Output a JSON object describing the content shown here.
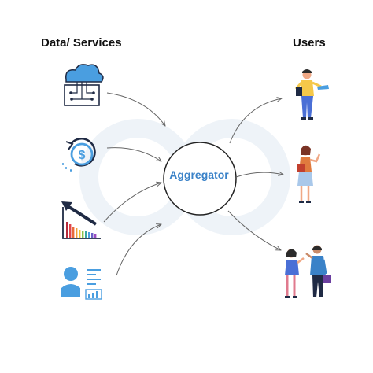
{
  "headings": {
    "left": "Data/ Services",
    "right": "Users"
  },
  "center": {
    "label": "Aggregator"
  },
  "inputs": [
    {
      "icon": "cloud-circuit-icon"
    },
    {
      "icon": "dollar-cycle-icon"
    },
    {
      "icon": "growth-chart-icon"
    },
    {
      "icon": "user-profile-card-icon"
    }
  ],
  "outputs": [
    {
      "icon": "man-with-laptop-icon"
    },
    {
      "icon": "woman-pointing-icon"
    },
    {
      "icon": "couple-talking-icon"
    }
  ],
  "colors": {
    "accent_blue": "#3a82c8",
    "icon_dark": "#1f2a44",
    "background_loop": "#eef3f8",
    "arrow": "#666666"
  }
}
